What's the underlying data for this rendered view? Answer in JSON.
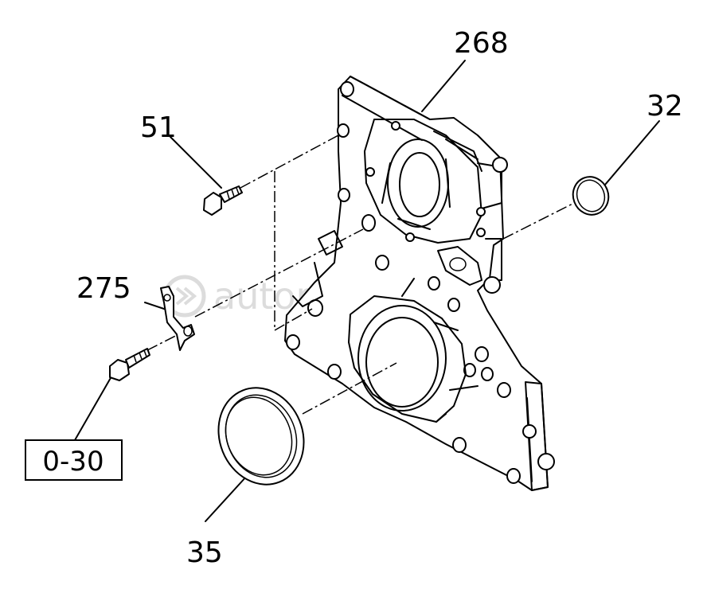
{
  "diagram": {
    "callouts": {
      "cover": "268",
      "bolt_upper": "51",
      "oring": "32",
      "bracket": "275",
      "oil_seal": "35",
      "ref_box": "0-30"
    },
    "watermark": "autopiter.ru"
  }
}
